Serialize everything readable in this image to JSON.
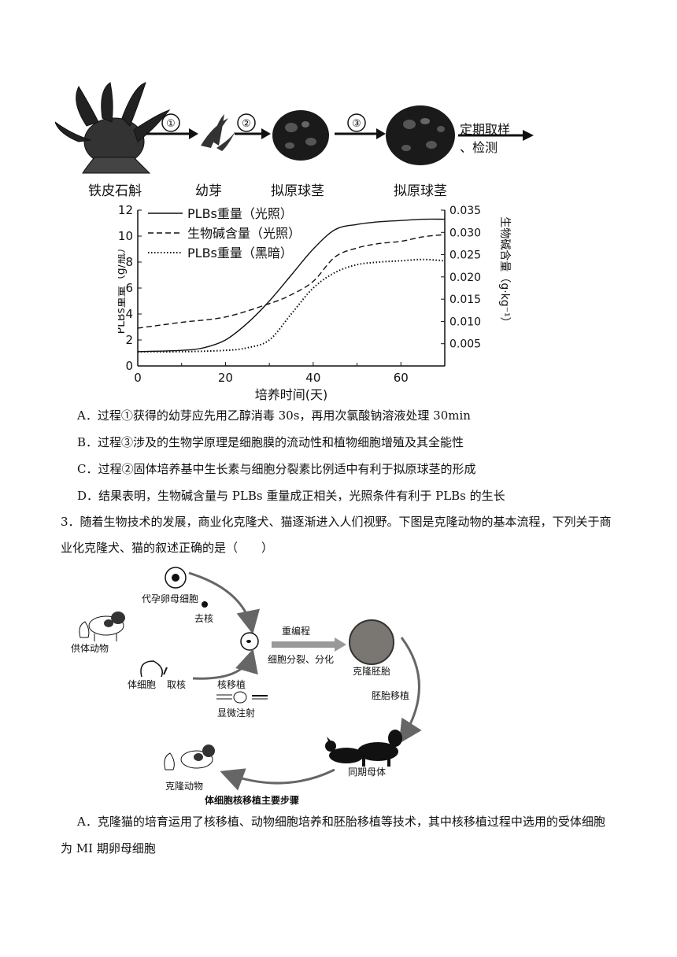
{
  "flow": {
    "steps": [
      "①",
      "②",
      "③"
    ],
    "labels": [
      "铁皮石斛",
      "幼芽",
      "拟原球茎",
      "拟原球茎"
    ],
    "end_label_1": "定期取样",
    "end_label_2": "、检测"
  },
  "chart_data": {
    "type": "line",
    "xlabel": "培养时间(天)",
    "ylabel_left": "PLBs重量（g/瓶）",
    "ylabel_right": "生物碱含量（g·kg⁻¹）",
    "xlim": [
      0,
      70
    ],
    "ylim_left": [
      0,
      12
    ],
    "ylim_right": [
      0,
      0.035
    ],
    "x_ticks": [
      "20",
      "40",
      "60"
    ],
    "y_ticks_left": [
      "0",
      "2",
      "4",
      "6",
      "8",
      "10",
      "12"
    ],
    "y_ticks_right": [
      "0.005",
      "0.010",
      "0.015",
      "0.020",
      "0.025",
      "0.030",
      "0.035"
    ],
    "series": [
      {
        "name": "PLBs重量（光照）",
        "style": "solid",
        "axis": "left",
        "x": [
          0,
          10,
          15,
          20,
          25,
          30,
          35,
          40,
          45,
          50,
          55,
          60,
          65,
          70
        ],
        "y": [
          1.1,
          1.2,
          1.4,
          2.0,
          3.3,
          5.0,
          7.0,
          9.0,
          10.5,
          10.9,
          11.1,
          11.2,
          11.3,
          11.3
        ]
      },
      {
        "name": "生物碱含量（光照）",
        "style": "dashed",
        "axis": "right",
        "x": [
          0,
          10,
          20,
          30,
          35,
          40,
          45,
          50,
          55,
          60,
          65,
          70
        ],
        "y": [
          0.0085,
          0.0098,
          0.011,
          0.014,
          0.016,
          0.019,
          0.0245,
          0.0265,
          0.0275,
          0.028,
          0.029,
          0.0295
        ]
      },
      {
        "name": "PLBs重量（黑暗）",
        "style": "dotted",
        "axis": "left",
        "x": [
          0,
          10,
          20,
          25,
          30,
          35,
          40,
          45,
          50,
          55,
          60,
          65,
          70
        ],
        "y": [
          1.1,
          1.1,
          1.2,
          1.4,
          2.0,
          4.0,
          6.0,
          7.2,
          7.8,
          8.0,
          8.1,
          8.2,
          8.1
        ]
      }
    ]
  },
  "options": {
    "A": "A．过程①获得的幼芽应先用乙醇消毒 30s，再用次氯酸钠溶液处理 30min",
    "B": "B．过程③涉及的生物学原理是细胞膜的流动性和植物细胞增殖及其全能性",
    "C": "C．过程②固体培养基中生长素与细胞分裂素比例适中有利于拟原球茎的形成",
    "D": "D．结果表明，生物碱含量与 PLBs 重量成正相关，光照条件有利于 PLBs 的生长"
  },
  "question3": {
    "line1": "3．随着生物技术的发展，商业化克隆犬、猫逐渐进入人们视野。下图是克隆动物的基本流程，下列关于商",
    "line2": "业化克隆犬、猫的叙述正确的是（　　）"
  },
  "clone_diagram": {
    "surrogate_egg": "代孕卵母细胞",
    "enucleate": "去核",
    "donor": "供体动物",
    "somatic_cell": "体细胞",
    "take_nucleus": "取核",
    "nuclear_transfer": "核移植",
    "microinjection": "显微注射",
    "reprogram": "重编程",
    "divide": "细胞分裂、分化",
    "embryo": "克隆胚胎",
    "embryo_transfer": "胚胎移植",
    "mother": "同期母体",
    "clone": "克隆动物",
    "caption": "体细胞核移植主要步骤"
  },
  "optionA3": {
    "line1": "A．克隆猫的培育运用了核移植、动物细胞培养和胚胎移植等技术，其中核移植过程中选用的受体细胞",
    "line2": "为 MI 期卵母细胞"
  }
}
